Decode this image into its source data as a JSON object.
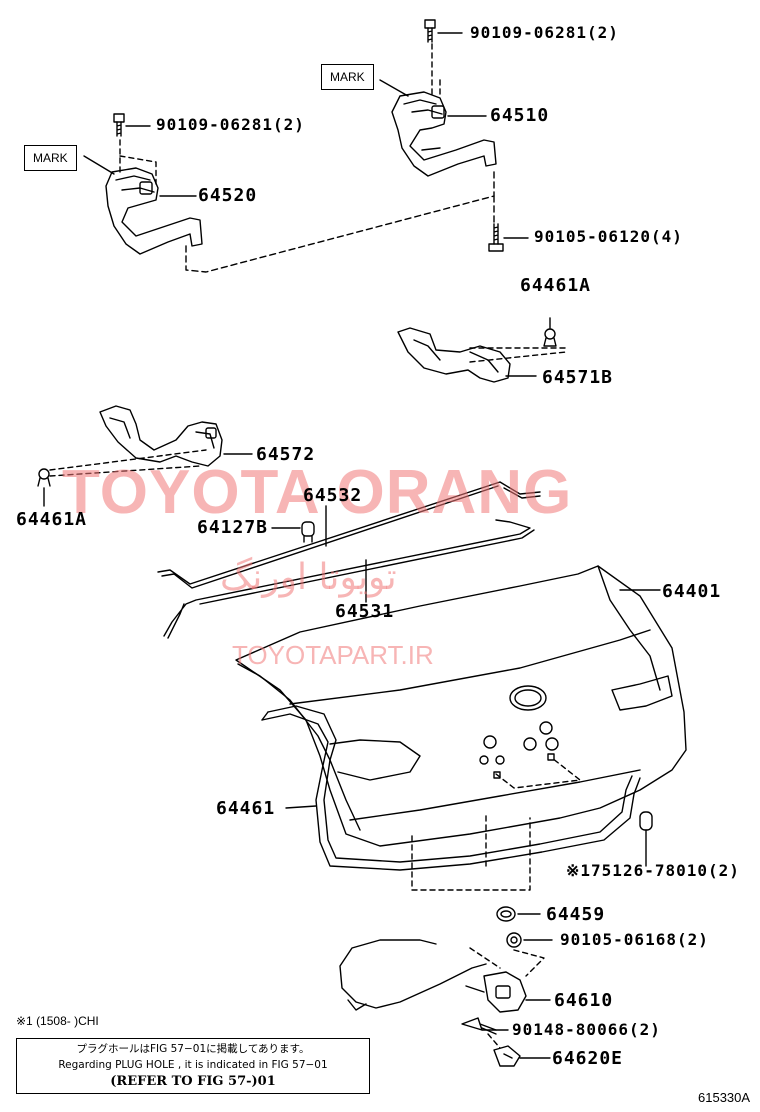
{
  "labels": {
    "bolt_top_right": "90109-06281(2)",
    "hinge_right": "64510",
    "bolt_top_left": "90109-06281(2)",
    "hinge_left": "64520",
    "bolt_middle": "90105-06120(4)",
    "clip_a_right": "64461A",
    "cover_right": "64571B",
    "cover_left": "64572",
    "clip_a_left": "64461A",
    "rod_upper": "64532",
    "cushion": "64127B",
    "rod_lower": "64531",
    "trunk_lid": "64401",
    "weatherstrip": "64461",
    "plug_part": "※175126-78010(2)",
    "bumper": "64459",
    "lock_bolt": "90105-06168(2)",
    "lock_assy": "64610",
    "striker_screw": "90148-80066(2)",
    "striker": "64620E"
  },
  "marks": {
    "right": "MARK",
    "left": "MARK"
  },
  "watermark": {
    "brand": "TOYOTA ORANG",
    "persian": "تویوتا اورنگ",
    "site": "TOYOTAPART.IR"
  },
  "footnote": "※1 (1508-      )CHI",
  "reference": {
    "line_jp": "プラグホールはFIG 57−01に掲載してあります。",
    "line_en": "Regarding PLUG HOLE , it is indicated in FIG 57−01",
    "line_ref": "(REFER TO FIG 57-)01"
  },
  "figure_number": "615330A"
}
